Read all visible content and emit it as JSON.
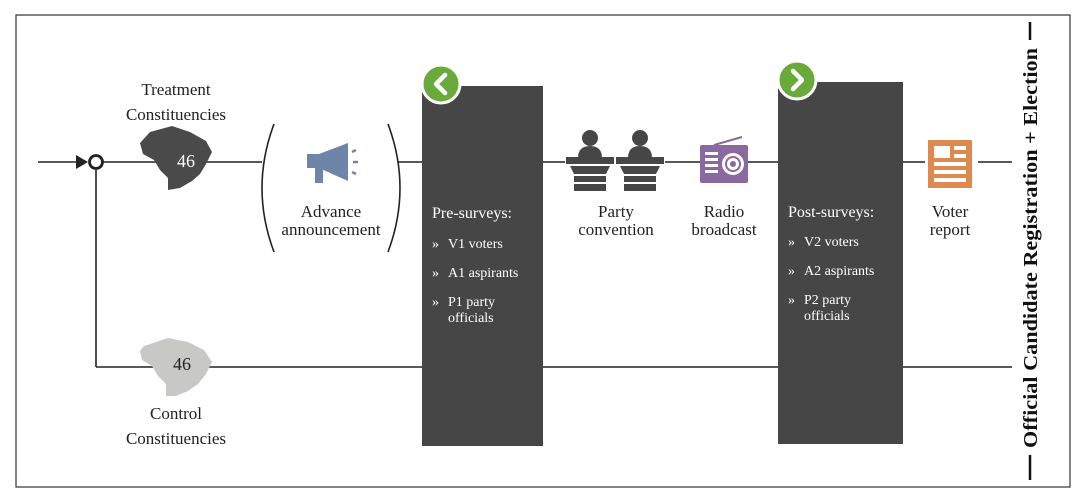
{
  "treatment": {
    "line1": "Treatment",
    "line2": "Constituencies",
    "count": "46"
  },
  "control": {
    "line1": "Control",
    "line2": "Constituencies",
    "count": "46"
  },
  "advance": {
    "line1": "Advance",
    "line2": "announcement"
  },
  "pre_surveys": {
    "title": "Pre-surveys:",
    "bullet": "»",
    "items": [
      {
        "line1": "V1 voters"
      },
      {
        "line1": "A1 aspirants"
      },
      {
        "line1": "P1 party",
        "line2": "officials"
      }
    ]
  },
  "party_convention": {
    "line1": "Party",
    "line2": "convention"
  },
  "radio": {
    "line1": "Radio",
    "line2": "broadcast"
  },
  "post_surveys": {
    "title": "Post-surveys:",
    "bullet": "»",
    "items": [
      {
        "line1": "V2 voters"
      },
      {
        "line1": "A2 aspirants"
      },
      {
        "line1": "P2 party",
        "line2": "officials"
      }
    ]
  },
  "voter_report": {
    "line1": "Voter",
    "line2": "report"
  },
  "side_label": "Official  Candidate  Registration  + Election",
  "colors": {
    "panel": "#464646",
    "green": "#6aaa3a",
    "treatment_map": "#4a4a4a",
    "control_map": "#c8c8c4",
    "megaphone": "#6e84a8",
    "podium": "#464646",
    "radio": "#8a6a9e",
    "report": "#de8a4e"
  }
}
